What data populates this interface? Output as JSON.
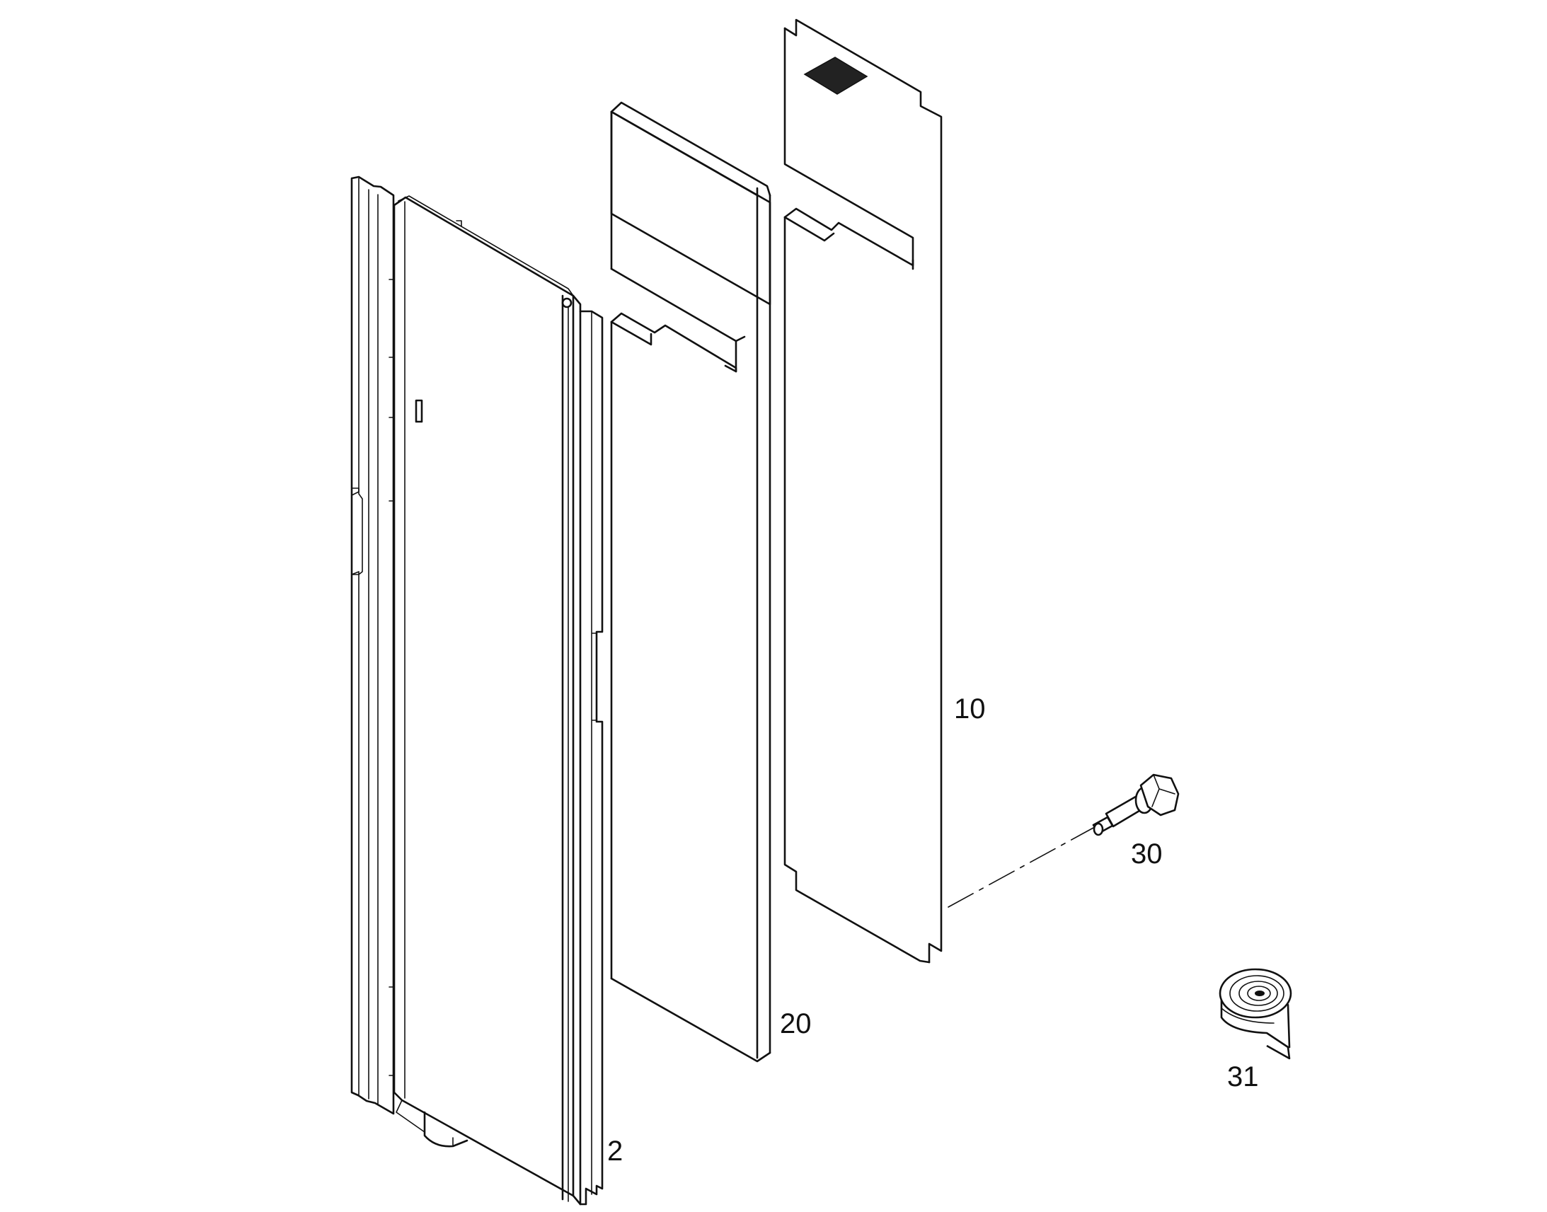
{
  "callouts": {
    "part_2": "2",
    "part_10": "10",
    "part_20": "20",
    "part_30": "30",
    "part_31": "31"
  },
  "colors": {
    "line": "#111111",
    "background": "#ffffff"
  }
}
